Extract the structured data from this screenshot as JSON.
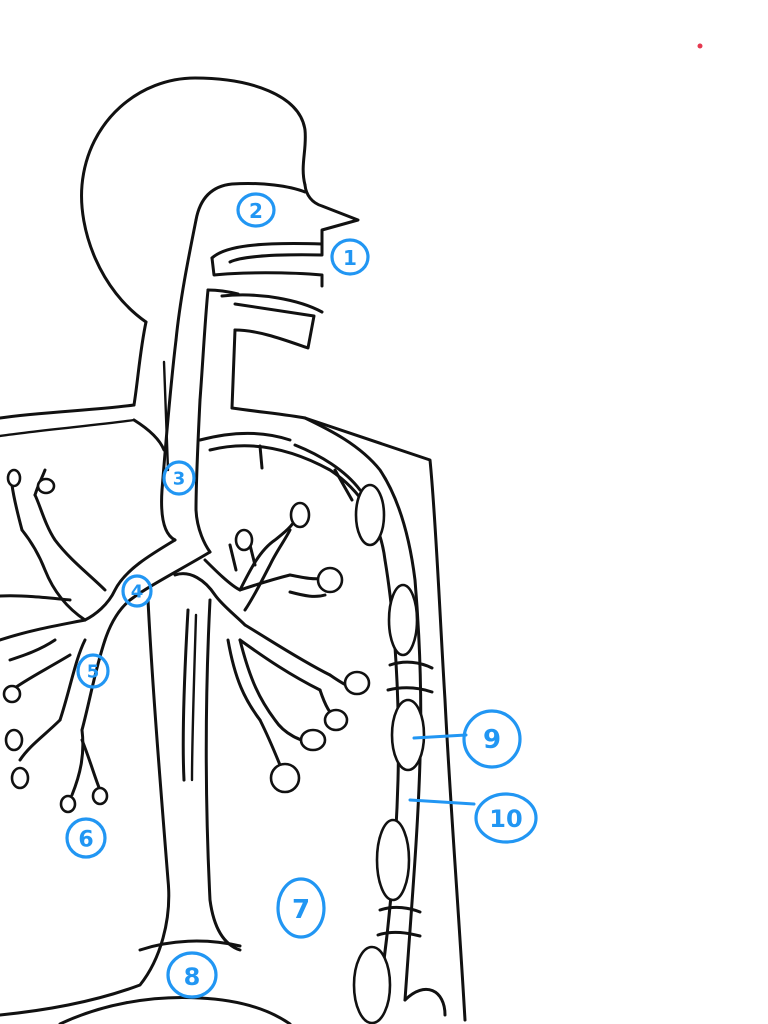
{
  "labels": [
    {
      "id": "1",
      "text": "1"
    },
    {
      "id": "2",
      "text": "2"
    },
    {
      "id": "3",
      "text": "3"
    },
    {
      "id": "4",
      "text": "4"
    },
    {
      "id": "5",
      "text": "5"
    },
    {
      "id": "6",
      "text": "6"
    },
    {
      "id": "7",
      "text": "7"
    },
    {
      "id": "8",
      "text": "8"
    },
    {
      "id": "9",
      "text": "9"
    },
    {
      "id": "10",
      "text": "10"
    }
  ],
  "colors": {
    "outline": "#111111",
    "label": "#2196f3",
    "speck": "#e53950",
    "background": "#ffffff"
  }
}
